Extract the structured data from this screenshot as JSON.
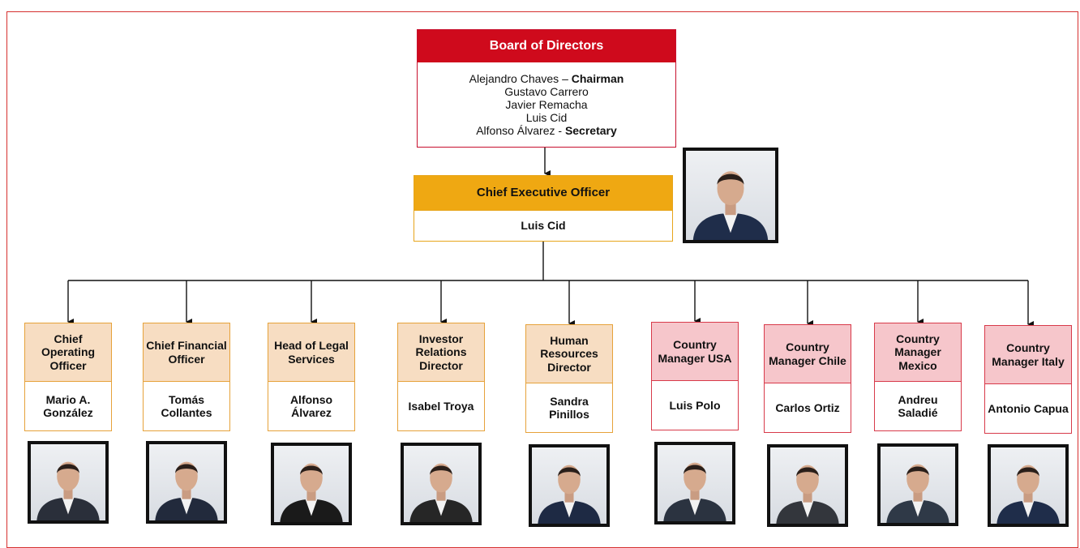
{
  "board": {
    "title": "Board of Directors",
    "members": [
      {
        "name": "Alejandro Chaves – ",
        "role": "Chairman"
      },
      {
        "name": "Gustavo Carrero",
        "role": ""
      },
      {
        "name": "Javier Remacha",
        "role": ""
      },
      {
        "name": "Luis Cid",
        "role": ""
      },
      {
        "name": "Alfonso Álvarez - ",
        "role": "Secretary"
      }
    ]
  },
  "ceo": {
    "title": "Chief Executive Officer",
    "name": "Luis Cid"
  },
  "managers": [
    {
      "title": "Chief Operating Officer",
      "name": "Mario A. González",
      "group": "staff"
    },
    {
      "title": "Chief Financial Officer",
      "name": "Tomás Collantes",
      "group": "staff"
    },
    {
      "title": "Head of Legal Services",
      "name": "Alfonso Álvarez",
      "group": "staff"
    },
    {
      "title": "Investor Relations Director",
      "name": "Isabel Troya",
      "group": "staff"
    },
    {
      "title": "Human Resources Director",
      "name": "Sandra Pinillos",
      "group": "staff"
    },
    {
      "title": "Country Manager USA",
      "name": "Luis Polo",
      "group": "country"
    },
    {
      "title": "Country Manager Chile",
      "name": "Carlos Ortiz",
      "group": "country"
    },
    {
      "title": "Country Manager Mexico",
      "name": "Andreu Saladié",
      "group": "country"
    },
    {
      "title": "Country Manager Italy",
      "name": "Antonio Capua",
      "group": "country"
    }
  ],
  "colors": {
    "board_header": "#cf0a1c",
    "ceo_header": "#efa812",
    "staff_header": "#f7ddc2",
    "country_header": "#f6c6cb",
    "frame": "#d6302f"
  },
  "icons": {
    "photo": "person-portrait-icon"
  }
}
